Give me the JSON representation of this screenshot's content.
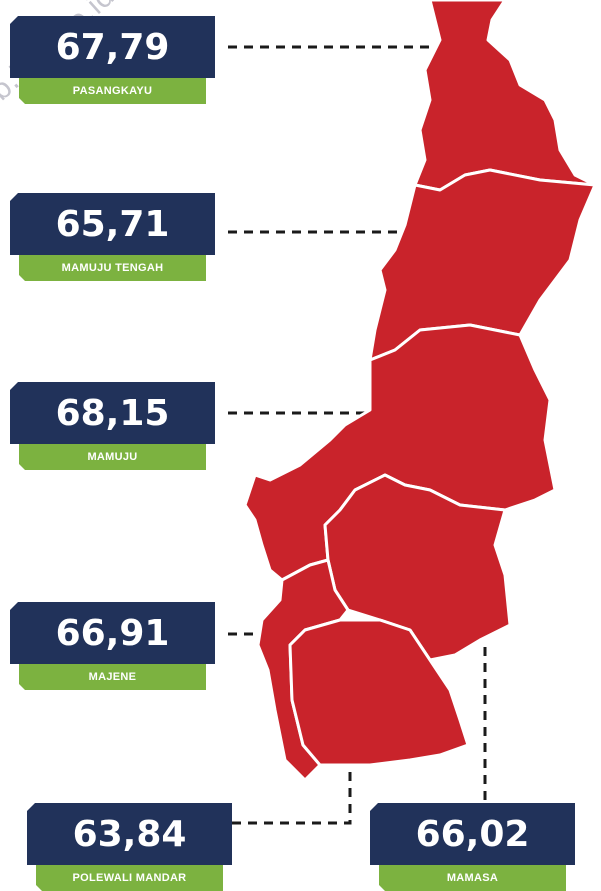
{
  "watermark": "ab.bps.go.id",
  "colors": {
    "region_fill": "#c9232b",
    "region_border": "#ffffff",
    "card_bg": "#21325a",
    "label_bg": "#7cb240",
    "leader_line": "#1a1a1a"
  },
  "regions": [
    {
      "name": "Pasangkayu",
      "value": "67,79"
    },
    {
      "name": "Mamuju Tengah",
      "value": "65,71"
    },
    {
      "name": "Mamuju",
      "value": "68,15"
    },
    {
      "name": "Majene",
      "value": "66,91"
    },
    {
      "name": "Polewali Mandar",
      "value": "63,84"
    },
    {
      "name": "Mamasa",
      "value": "66,02"
    }
  ]
}
